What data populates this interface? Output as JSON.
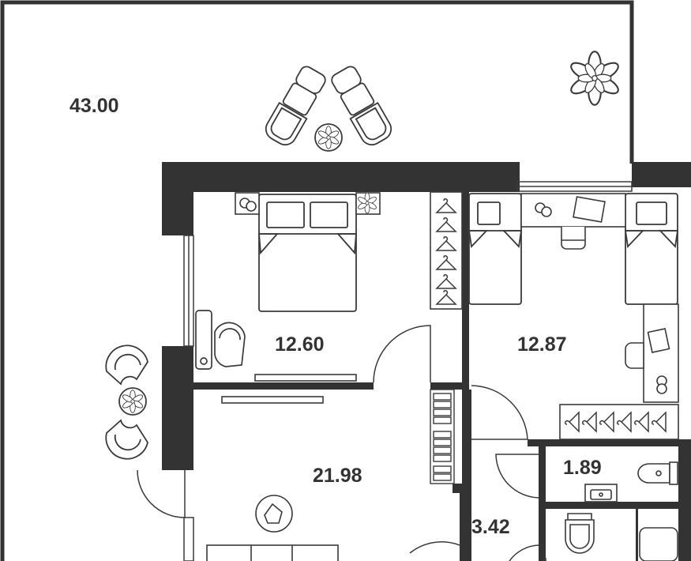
{
  "plan": {
    "wall_color": "#333333",
    "line_color": "#3a3a3a",
    "background": "#ffffff",
    "rooms": [
      {
        "id": "terrace",
        "area": "43.00"
      },
      {
        "id": "bedroom",
        "area": "12.60"
      },
      {
        "id": "kids-room",
        "area": "12.87"
      },
      {
        "id": "living-room",
        "area": "21.98"
      },
      {
        "id": "bathroom",
        "area": "1.89"
      },
      {
        "id": "hallway",
        "area": "3.42"
      }
    ],
    "icons": [
      "flower-icon",
      "armchair-icon",
      "bed-icon",
      "hanger-icon",
      "desk-icon",
      "toilet-icon",
      "sink-icon",
      "plant-icon",
      "sofa-icon"
    ]
  }
}
